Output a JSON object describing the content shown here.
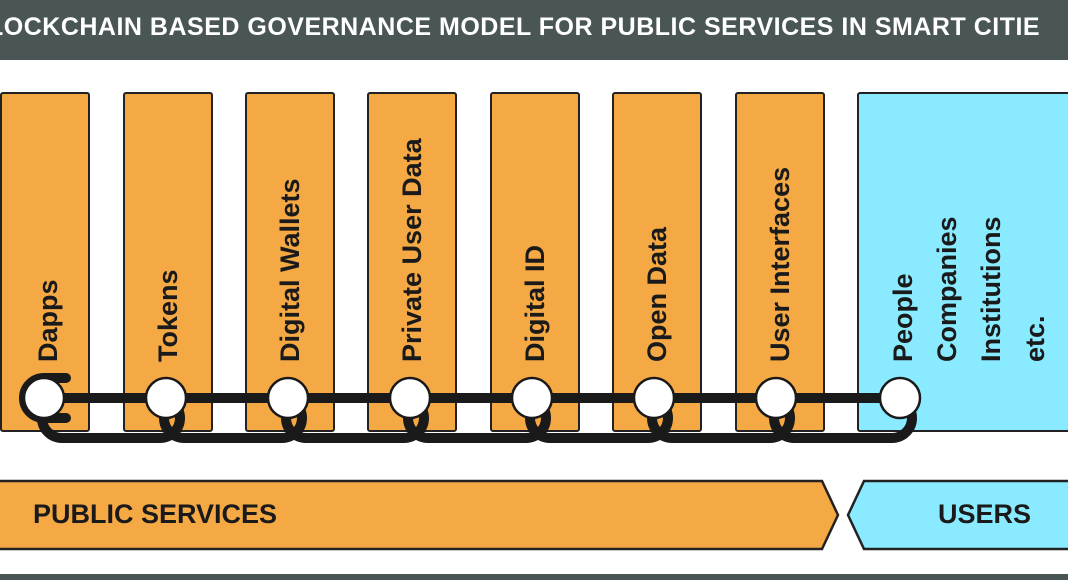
{
  "title": "LOCKCHAIN  BASED GOVERNANCE MODEL FOR PUBLIC SERVICES IN SMART CITIE",
  "columns": [
    {
      "label": "Dapps"
    },
    {
      "label": "Tokens"
    },
    {
      "label": "Digital Wallets"
    },
    {
      "label": "Private User Data"
    },
    {
      "label": "Digital ID"
    },
    {
      "label": "Open Data"
    },
    {
      "label": "User Interfaces"
    }
  ],
  "users_column": {
    "lines": [
      "People",
      "Companies",
      "Institutions",
      "etc."
    ]
  },
  "arrows": {
    "public_services": "PUBLIC SERVICES",
    "users": "USERS"
  },
  "colors": {
    "title_bar": "#4a5656",
    "service": "#f5a944",
    "users": "#8aeaff",
    "outline": "#222222"
  }
}
